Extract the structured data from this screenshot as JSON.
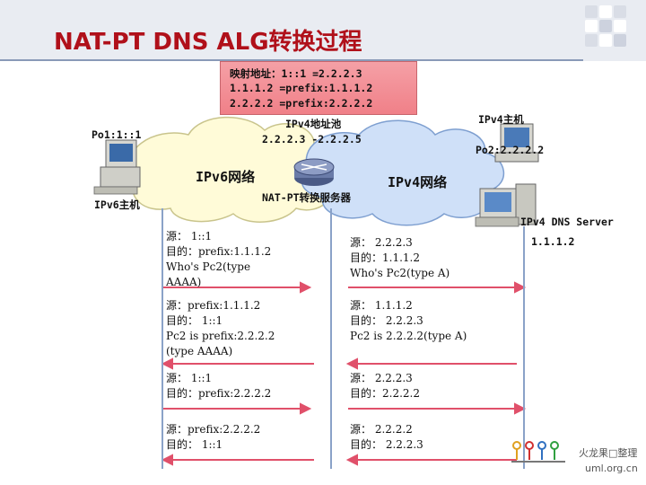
{
  "title": "NAT-PT DNS ALG转换过程",
  "mapping": {
    "line1": "映射地址：1::1 =2.2.2.3",
    "line2": "1.1.1.2 =prefix:1.1.1.2",
    "line3": "2.2.2.2 =prefix:2.2.2.2"
  },
  "pool": {
    "label": "IPv4地址池",
    "range": "2.2.2.3 -2.2.2.5"
  },
  "hosts": {
    "pc1_addr": "Po1:1::1",
    "ipv6_host": "IPv6主机",
    "ipv4_host": "IPv4主机",
    "pc2_addr": "Po2:2.2.2.2",
    "dns_server": "IPv4 DNS Server",
    "dns_addr": "1.1.1.2"
  },
  "networks": {
    "ipv6": "IPv6网络",
    "ipv4": "IPv4网络",
    "router": "NAT-PT转换服务器"
  },
  "messages": {
    "m1_left": [
      "源： 1::1",
      "目的：prefix:1.1.1.2",
      "Who's Pc2(type",
      "AAAA)"
    ],
    "m1_right": [
      "源： 2.2.2.3",
      "目的：1.1.1.2",
      "Who's Pc2(type A)"
    ],
    "m2_left": [
      "源：prefix:1.1.1.2",
      "目的： 1::1",
      "Pc2 is prefix:2.2.2.2",
      "(type AAAA)"
    ],
    "m2_right": [
      "源： 1.1.1.2",
      "目的： 2.2.2.3",
      "Pc2 is 2.2.2.2(type A)"
    ],
    "m3_left": [
      "源： 1::1",
      "目的：prefix:2.2.2.2"
    ],
    "m3_right": [
      "源： 2.2.2.3",
      "目的：2.2.2.2"
    ],
    "m4_left": [
      "源：prefix:2.2.2.2",
      "目的： 1::1"
    ],
    "m4_right": [
      "源： 2.2.2.2",
      "目的： 2.2.2.3"
    ]
  },
  "logo": {
    "text1": "火龙果□整理",
    "text2": "uml.org.cn"
  },
  "colors": {
    "title": "#b0101a",
    "arrow": "#e0506a",
    "cloud_left": "#fffbd8",
    "cloud_right": "#cfe0f8"
  }
}
